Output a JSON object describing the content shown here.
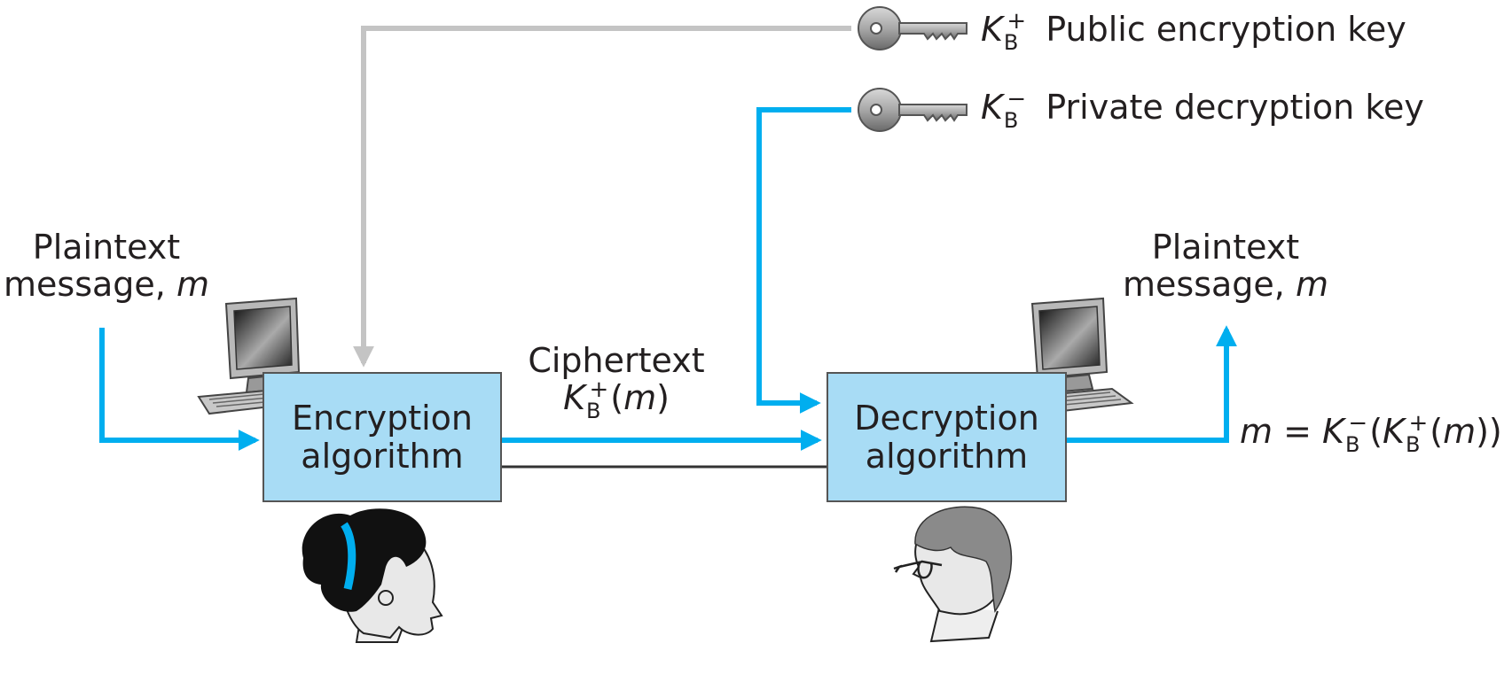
{
  "keys": {
    "public": {
      "k": "K",
      "sub": "B",
      "sup": "+",
      "label": "Public encryption key"
    },
    "private": {
      "k": "K",
      "sub": "B",
      "sup": "−",
      "label": "Private decryption key"
    }
  },
  "sender": {
    "line1": "Plaintext",
    "line2": "message, ",
    "m": "m"
  },
  "receiver": {
    "line1": "Plaintext",
    "line2": "message, ",
    "m": "m"
  },
  "encryption": {
    "line1": "Encryption",
    "line2": "algorithm"
  },
  "decryption": {
    "line1": "Decryption",
    "line2": "algorithm"
  },
  "ciphertext": {
    "line1": "Ciphertext",
    "k": "K",
    "sub": "B",
    "sup": "+",
    "open": "(",
    "m": "m",
    "close": ")"
  },
  "result": {
    "m": "m",
    "eq": " = ",
    "k1": "K",
    "sub1": "B",
    "sup1": "−",
    "open1": "(",
    "k2": "K",
    "sub2": "B",
    "sup2": "+",
    "open2": "(",
    "m2": "m",
    "close": "))"
  },
  "colors": {
    "blue": "#00aeef",
    "gray": "#c4c4c4",
    "box_fill": "#a8dcf5"
  }
}
